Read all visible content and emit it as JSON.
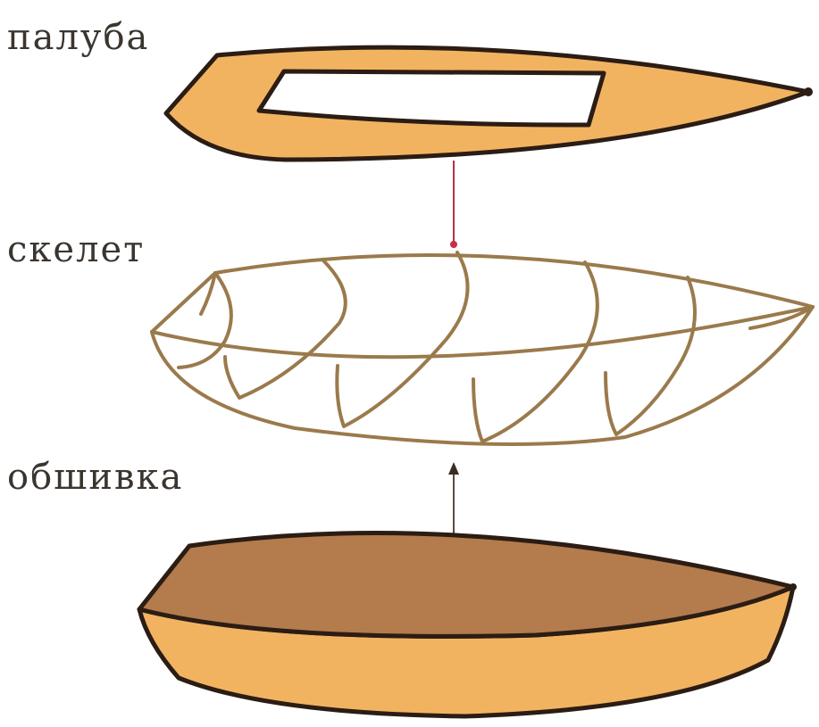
{
  "labels": {
    "deck": "палуба",
    "frame": "скелет",
    "hull": "обшивка"
  },
  "colors": {
    "deck_fill": "#f2b361",
    "deck_opening_fill": "#ffffff",
    "frame_stroke": "#9a7a4c",
    "hull_top_fill": "#b47b4d",
    "hull_side_fill": "#f2b361",
    "outline": "#2b1d14",
    "connector_deck_frame": "#b0344a",
    "connector_hull_frame": "#5a4a40"
  }
}
